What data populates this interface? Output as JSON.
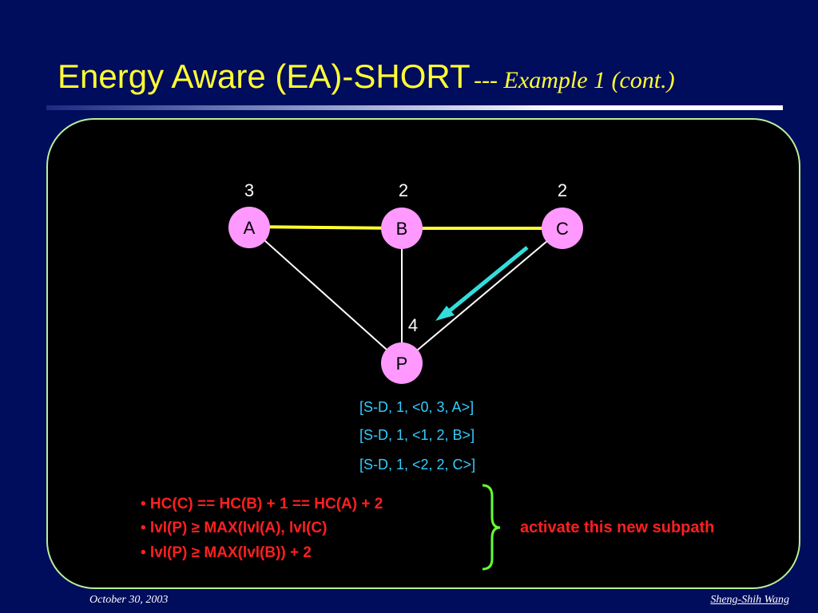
{
  "title": {
    "main": "Energy Aware (EA)-SHORT",
    "sub": "--- Example 1 (cont.)"
  },
  "nodes": [
    {
      "id": "A",
      "weight": "3"
    },
    {
      "id": "B",
      "weight": "2"
    },
    {
      "id": "C",
      "weight": "2"
    },
    {
      "id": "P",
      "weight": "4"
    }
  ],
  "edges": [
    {
      "from": "A",
      "to": "B",
      "style": "active"
    },
    {
      "from": "B",
      "to": "C",
      "style": "active"
    },
    {
      "from": "A",
      "to": "P",
      "style": "normal"
    },
    {
      "from": "B",
      "to": "P",
      "style": "normal"
    },
    {
      "from": "C",
      "to": "P",
      "style": "normal"
    }
  ],
  "packets": [
    "[S-D, 1, <0, 3, A>]",
    "[S-D, 1, <1, 2, B>]",
    "[S-D, 1, <2, 2, C>]"
  ],
  "conditions": [
    "• HC(C) == HC(B) + 1 == HC(A) + 2",
    "• lvl(P) ≥ MAX(lvl(A), lvl(C)",
    "• lvl(P) ≥ MAX(lvl(B)) + 2"
  ],
  "conclusion": "activate this new subpath",
  "footer": {
    "date": "October 30, 2003",
    "author": "Sheng-Shih Wang"
  },
  "colors": {
    "background": "#000c5c",
    "title": "#ffff33",
    "node_fill": "#ff99ff",
    "active_edge": "#ffff33",
    "edge": "#ffffff",
    "arrow": "#33dddd",
    "packet_text": "#33ccff",
    "condition_text": "#ff2020",
    "brace": "#66ff33",
    "panel_border": "#b8f09a"
  }
}
